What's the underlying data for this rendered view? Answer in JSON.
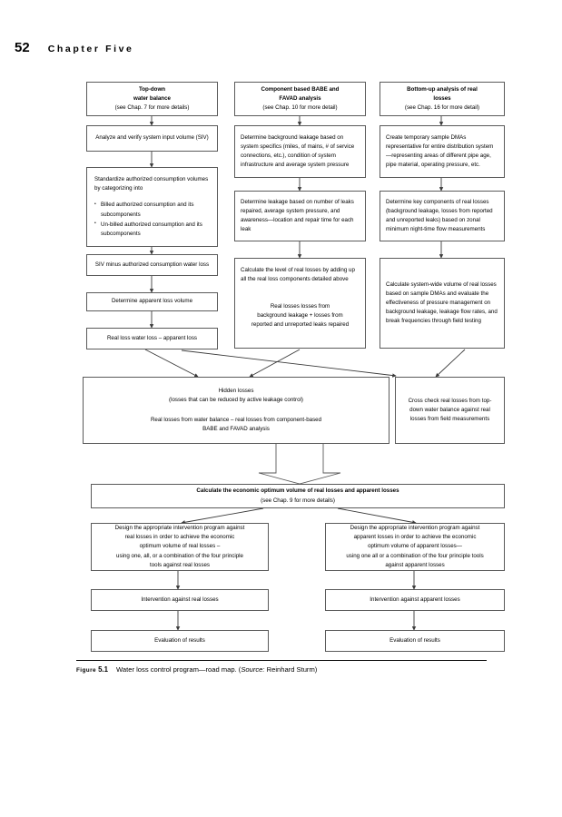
{
  "header": {
    "page_number": "52",
    "chapter": "Chapter Five"
  },
  "caption": {
    "figure_word": "Figure",
    "figure_number": "5.1",
    "text_before_source": "Water loss control program—road map. (",
    "source_label": "Source:",
    "source_name": " Reinhard Sturm)"
  },
  "columns": {
    "left_header": {
      "line1": "Top-down",
      "line2": "water balance",
      "line3": "(see Chap. 7 for more details)"
    },
    "middle_header": {
      "line1": "Component based BABE and",
      "line2": "FAVAD analysis",
      "line3": "(see Chap. 10 for more detail)"
    },
    "right_header": {
      "line1": "Bottom-up analysis of real",
      "line2": "losses",
      "line3": "(see Chap. 16 for more detail)"
    }
  },
  "left_column": {
    "step1": "Analyze and verify system input volume (SIV)",
    "step2_intro": "Standardize authorized consumption volumes by categorizing into",
    "step2_bullets": [
      "Billed authorized consumption and its subcomponents",
      "Un-billed authorized consumption and its subcomponents"
    ],
    "step3": "SIV minus authorized consumption  water loss",
    "step4": "Determine apparent loss volume",
    "step5": "Real loss   water loss – apparent loss"
  },
  "middle_column": {
    "step1": "Determine background leakage based on system specifics (miles, of mains, # of service connections, etc.), condition of system infrastructure and average system pressure",
    "step2": "Determine leakage based on number of leaks repaired, average system pressure, and awareness—location and repair time for each leak",
    "step3_top": "Calculate the level of real losses by adding up all the real loss components detailed above",
    "step3_formula_line1": "Real losses    losses from",
    "step3_formula_line2": "background leakage + losses from",
    "step3_formula_line3": "reported and unreported leaks repaired"
  },
  "right_column": {
    "step1": "Create temporary sample DMAs representative for entire distribution system—representing areas of different pipe age, pipe material, operating pressure, etc.",
    "step2": "Determine key components of real losses (background leakage, losses from reported and unreported leaks) based on zonal minimum night-time flow measurements",
    "step3": "Calculate system-wide volume of real losses based on sample DMAs and evaluate the effectiveness of pressure management on background leakage, leakage flow rates, and break frequencies through field testing"
  },
  "synthesis": {
    "hidden_losses_title": "Hidden losses",
    "hidden_losses_subtitle": "(losses that can be reduced by active leakage control)",
    "hidden_losses_formula_line1": "Real losses from water balance – real losses from component-based",
    "hidden_losses_formula_line2": "BABE and FAVAD analysis",
    "cross_check": "Cross check real losses from top-down water balance against real losses from field measurements"
  },
  "economic": {
    "title": "Calculate the economic optimum volume of real losses and apparent losses",
    "subtitle": "(see Chap. 9 for more details)"
  },
  "outcomes": {
    "real_design_line1": "Design the appropriate intervention program against",
    "real_design_line2": "real losses in order to achieve the economic",
    "real_design_line3": "optimum volume of real losses –",
    "real_design_line4": "using one, all, or a combination of the four principle",
    "real_design_line5": "tools against real losses",
    "apparent_design_line1": "Design the appropriate intervention program against",
    "apparent_design_line2": "apparent losses in order to achieve the economic",
    "apparent_design_line3": "optimum volume of apparent losses—",
    "apparent_design_line4": "using one all or a combination of the four principle tools",
    "apparent_design_line5": "against apparent losses",
    "real_intervention": "Intervention against real losses",
    "apparent_intervention": "Intervention against apparent losses",
    "real_evaluation": "Evaluation of results",
    "apparent_evaluation": "Evaluation of results"
  },
  "colors": {
    "box_border": "#5a5a5a",
    "connector": "#3a3a3a",
    "text": "#000000",
    "background": "#ffffff"
  }
}
